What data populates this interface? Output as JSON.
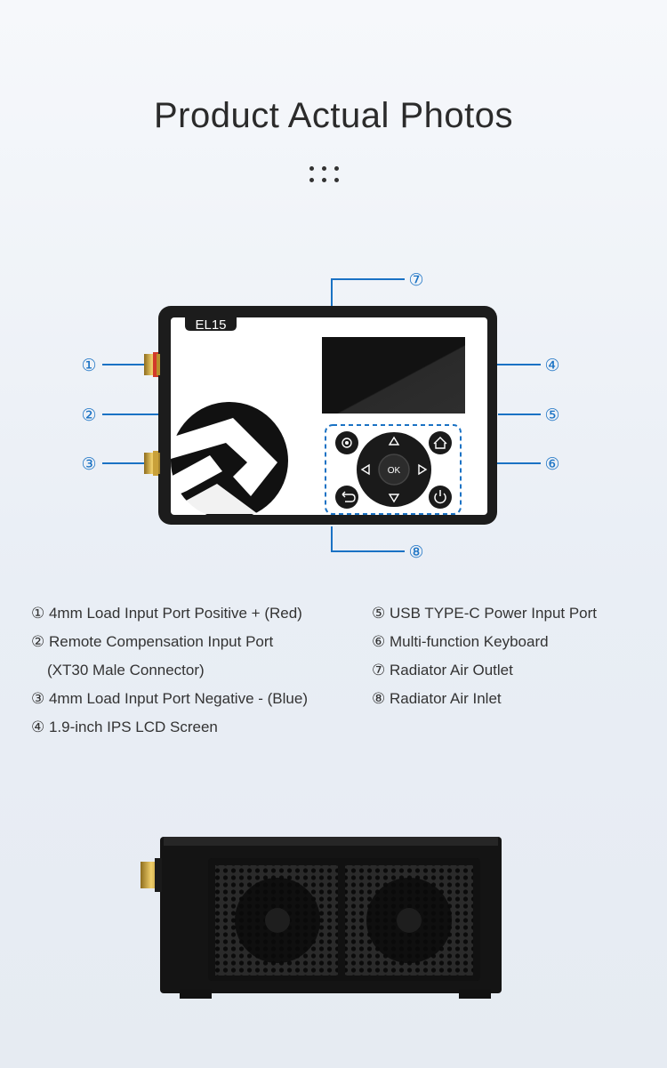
{
  "heading": "Product Actual Photos",
  "device": {
    "model_label": "EL15",
    "ok_label": "OK",
    "callouts": [
      "①",
      "②",
      "③",
      "④",
      "⑤",
      "⑥",
      "⑦",
      "⑧"
    ],
    "buttons": [
      "settings-icon",
      "up-arrow-icon",
      "home-icon",
      "left-arrow-icon",
      "ok-button",
      "right-arrow-icon",
      "back-icon",
      "down-arrow-icon",
      "power-icon"
    ]
  },
  "legend_left": [
    "① 4mm Load Input Port Positive + (Red)",
    "② Remote Compensation Input Port",
    "(XT30 Male Connector)",
    "③ 4mm Load Input Port Negative - (Blue)",
    "④ 1.9-inch IPS LCD Screen"
  ],
  "legend_right": [
    "⑤ USB TYPE-C Power Input Port",
    "⑥ Multi-function Keyboard",
    "⑦ Radiator Air Outlet",
    "⑧ Radiator Air Inlet"
  ],
  "colors": {
    "callout_blue": "#1a72c4",
    "brass": "#c9a13a",
    "case": "#1c1c1c"
  }
}
